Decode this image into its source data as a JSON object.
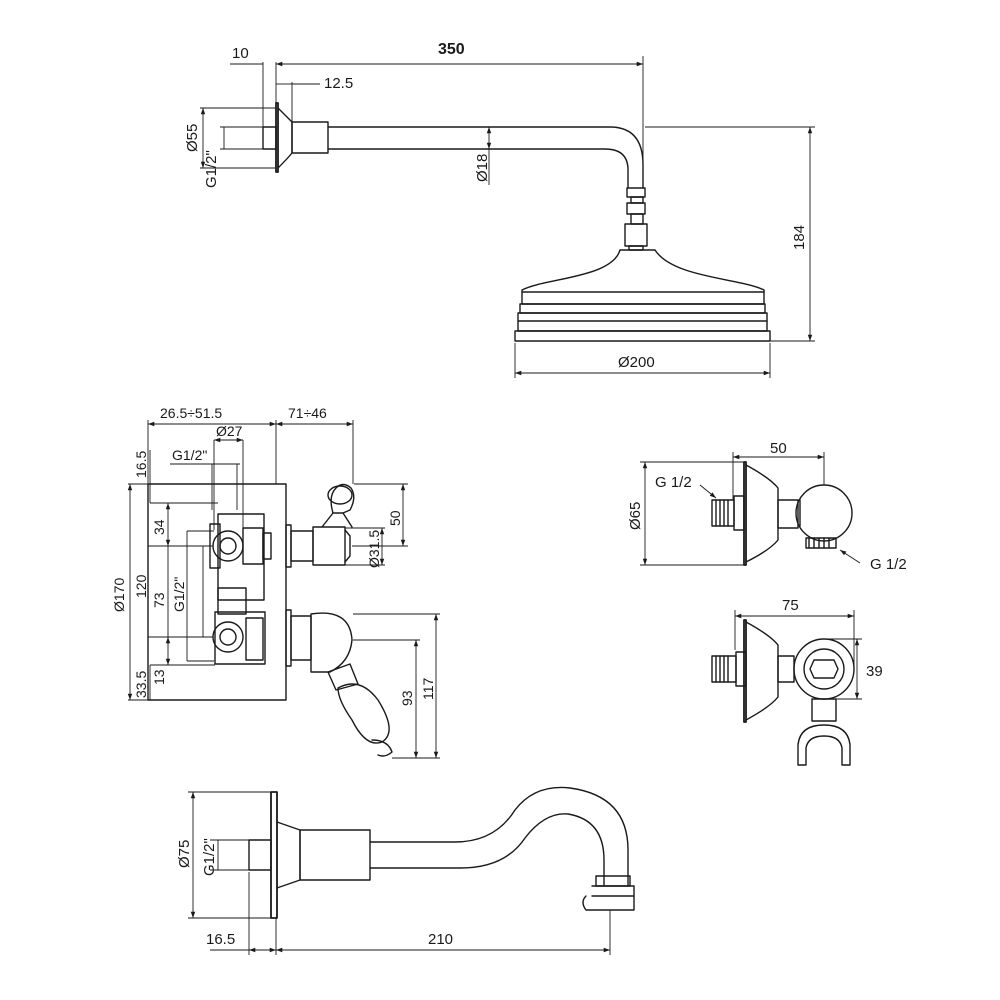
{
  "shower_head": {
    "dims": {
      "length": "350",
      "flange": "10",
      "offset": "12.5",
      "flange_diam": "Ø55",
      "thread": "G1/2\"",
      "pipe_diam": "Ø18",
      "height": "184",
      "head_diam": "Ø200"
    }
  },
  "mixer": {
    "dims": {
      "depth_range": "26.5÷51.5",
      "lever_range": "71÷46",
      "port_diam": "Ø27",
      "thread_top": "G1/2\"",
      "top_offset": "16.5",
      "plate_diam": "Ø170",
      "upper_gap": "34",
      "span": "120",
      "centers": "73",
      "thread_mid": "G1/2\"",
      "bottom_offset": "33.5",
      "lower_gap": "13",
      "handle_height": "50",
      "knob_diam": "Ø31.5",
      "lever_drop": "93",
      "lever_total": "117"
    }
  },
  "wall_outlet": {
    "dims": {
      "length": "50",
      "thread_in": "G 1/2",
      "flange_diam": "Ø65",
      "thread_out": "G 1/2"
    }
  },
  "outlet_holder": {
    "dims": {
      "length": "75",
      "width": "39"
    }
  },
  "spout": {
    "dims": {
      "flange_diam": "Ø75",
      "thread": "G1/2\"",
      "flange_depth": "16.5",
      "length": "210"
    }
  }
}
